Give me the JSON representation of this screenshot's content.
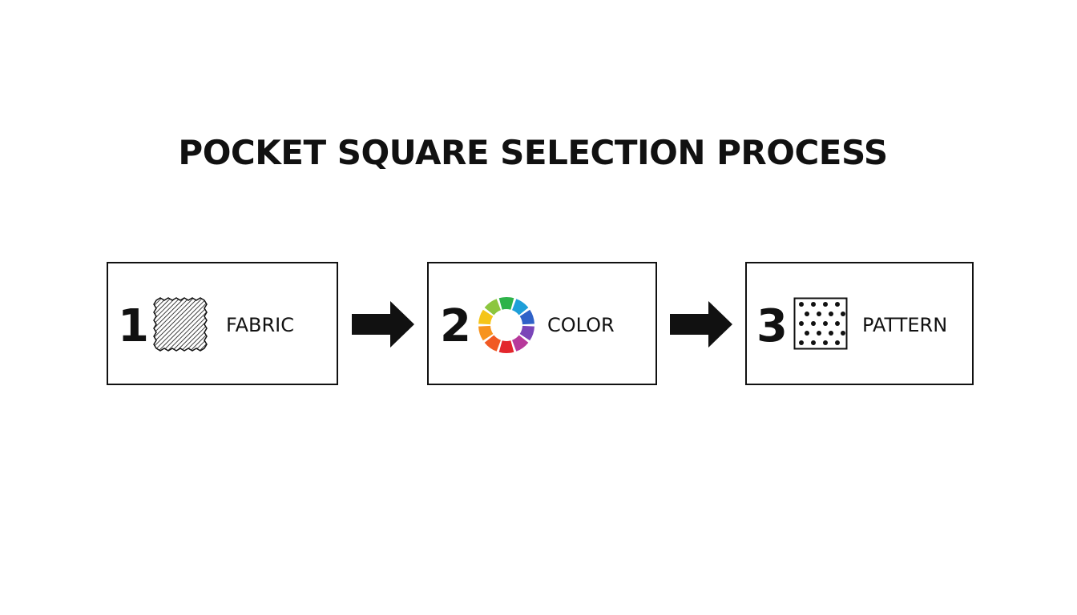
{
  "title": "POCKET SQUARE SELECTION PROCESS",
  "steps": [
    {
      "number": "1",
      "label": "FABRIC",
      "icon": "fabric-swatch-icon"
    },
    {
      "number": "2",
      "label": "COLOR",
      "icon": "color-wheel-icon"
    },
    {
      "number": "3",
      "label": "PATTERN",
      "icon": "polka-dot-pattern-icon"
    }
  ],
  "connector_icon": "right-arrow-icon",
  "colors": {
    "ink": "#111111",
    "background": "#ffffff",
    "color_wheel": [
      "#2eb34a",
      "#1e9fd9",
      "#2f62c8",
      "#7a45b8",
      "#b7399b",
      "#e3262c",
      "#f15a24",
      "#f7931e",
      "#f5c518",
      "#8cc63f"
    ]
  }
}
